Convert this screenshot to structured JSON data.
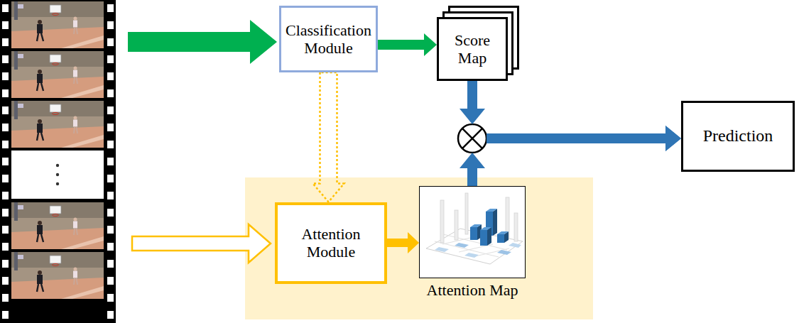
{
  "diagram": {
    "nodes": [
      {
        "text": [
          "Classification Module"
        ]
      },
      {
        "text": [
          "Score Map"
        ]
      },
      {
        "text": [
          "Prediction"
        ]
      },
      {
        "text": [
          "Attention Module"
        ]
      },
      {
        "text": [
          "Attention Map"
        ]
      }
    ],
    "edges": [
      {
        "from": 0,
        "to": 1,
        "arrow": "to"
      },
      {
        "from": 0,
        "to": 3,
        "arrow": "to"
      },
      {
        "from": 3,
        "to": 4,
        "arrow": "to"
      },
      {
        "from": 1,
        "to": 2,
        "arrow": "to"
      },
      {
        "from": 4,
        "to": 2,
        "arrow": "to"
      }
    ]
  }
}
